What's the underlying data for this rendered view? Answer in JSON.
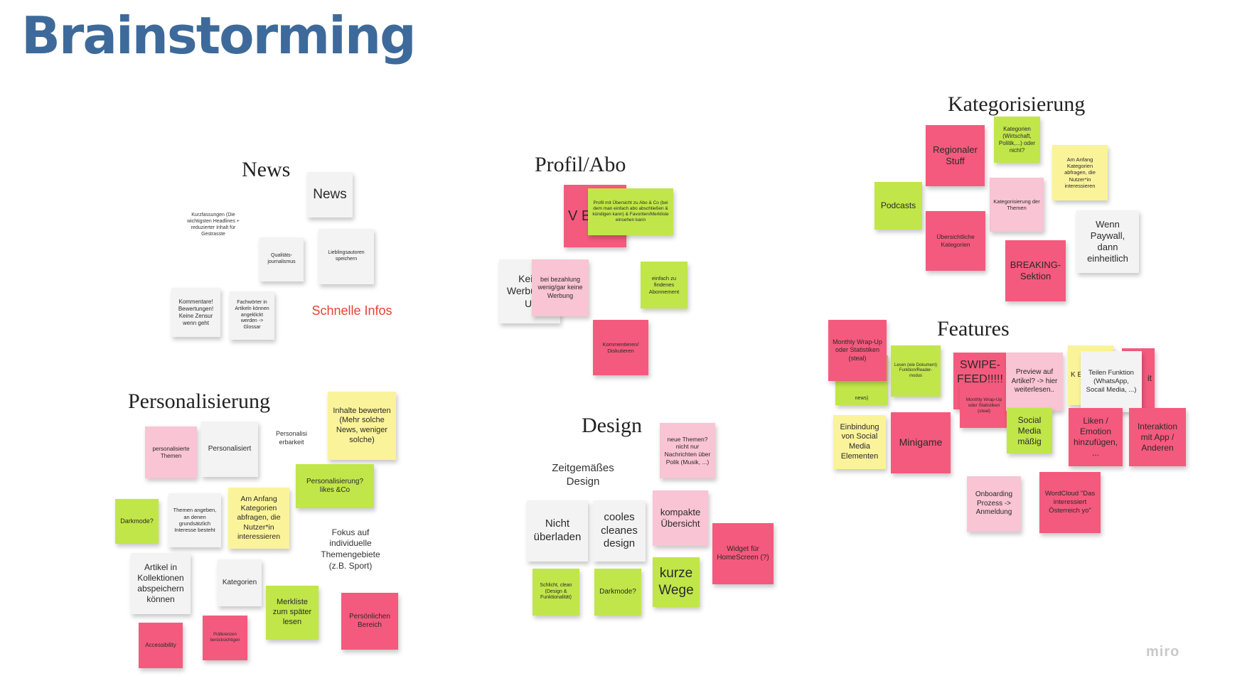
{
  "page": {
    "title": "Brainstorming"
  },
  "clusters": {
    "news": {
      "title": "News",
      "news_note": "News",
      "kurzfassungen": "Kurzfassungen (Die wichtigsten Headlines + reduzierter Inhalt für Gestrasste",
      "qualitaet": "Qualitäts-journalismus",
      "lieblingsautoren": "Lieblingsautoren speichern",
      "kommentare": "Kommentare! Bewertungen! Keine Zensur wenn geht",
      "fachwoerter": "Fachwörter in Artikeln können angeklickt werden -> Glossar",
      "schnelle_infos": "Schnelle Infos"
    },
    "profil": {
      "title": "Profil/Abo",
      "hidden_pink_fragment": "V Be",
      "profil_uebersicht": "Profil mit Übersicht zu Abo & Co (bei dem man einfach abo abschließen & kündigen kann) & Favoriten/Merkliste einsehen kann",
      "keine_werbung_fragment": "Keine Werbu und Up",
      "bei_bezahlung": "bei bezahlung wenig/gar keine Werbung",
      "einfach_zu_findenes": "einfach zu findenes Abonnement",
      "kommentieren": "Kommentieren/ Diskutieren"
    },
    "kategorisierung": {
      "title": "Kategorisierung",
      "regionaler_stuff": "Regionaler Stuff",
      "kategorien_wirtschaft": "Kategorien (Wirtschaft, Politik,...) oder nicht?",
      "am_anfang": "Am Anfang Kategorien abfragen, die Nutzer*in interessieren",
      "podcasts": "Podcasts",
      "kategorisierung_themen": "Kategorisierung der Themen",
      "uebersichtliche_kategorien": "Übersichtliche Kategorien",
      "wenn_paywall": "Wenn Paywall, dann einheitlich",
      "breaking": "BREAKING-Sektion"
    },
    "features": {
      "title": "Features",
      "monthly_wrapup": "Monthly Wrap-Up oder Statistiken (steal)",
      "news_fragment": "news)",
      "lesen_wie_dokument": "Lesen (wie Dokument) Funktion/Reader-modus",
      "swipe_feed": "SWIPE-FEED!!!!!!!",
      "monthly_wrapup_small": "Monthly Wrap-Up oder Statistiken (steal)",
      "preview_auf_artikel": "Preview auf Artikel? -> hier weiterlesen..",
      "fragment_k_e": "K E",
      "teilen_funktion": "Teilen Funktion (WhatsApp, Socail Media, ...)",
      "fragment_it": "it",
      "einbindung_social": "Einbindung von Social Media Elementen",
      "minigame": "Minigame",
      "social_media_maessig": "Social Media mäßig",
      "liken_emotion": "Liken / Emotion hinzufügen, ...",
      "interaktion_app": "Interaktion mit App / Anderen",
      "onboarding": "Onboarding Prozess -> Anmeldung",
      "wordcloud": "WordCloud \"Das interessiert Österreich yo\""
    },
    "personalisierung": {
      "title": "Personalisierung",
      "personalisierte_themen": "personalisierte Themen",
      "personalisiert": "Personalisiert",
      "personalisierbarkeit": "Personalisi erbarkeit",
      "inhalte_bewerten": "Inhalte bewerten (Mehr solche News, weniger solche)",
      "personalisierung_likes": "Personalisierung? likes &Co",
      "darkmode": "Darkmode?",
      "themen_angeben": "Themen angeben, an denen grundsätzlich Interesse besteht",
      "am_anfang": "Am Anfang Kategorien abfragen, die Nutzer*in interessieren",
      "fokus": "Fokus auf individuelle Themengebiete (z.B. Sport)",
      "artikel_kollektionen": "Artikel in Kollektionen abspeichern können",
      "kategorien": "Kategorien",
      "merkliste": "Merkliste zum später lesen",
      "persoenlicher_bereich": "Persönlichen Bereich",
      "accessibility": "Accessibility",
      "praeferenzen": "Präferenzen berücksichtigen"
    },
    "design": {
      "title": "Design",
      "zeitgemaesses": "Zeitgemäßes Design",
      "neue_themen": "neue Themen? nicht nur Nachrichten über Polik (Musik, ...)",
      "nicht_ueberladen": "Nicht überladen",
      "cooles_design": "cooles cleanes design",
      "kompakte_uebersicht": "kompakte Übersicht",
      "widget": "Widget für HomeScreen (?)",
      "schlicht_clean": "Schlicht, clean (Design & Funktionalität)",
      "darkmode": "Darkmode?",
      "kurze_wege": "kurze Wege"
    }
  },
  "branding": {
    "logo": "miro"
  },
  "colors": {
    "title_blue": "#3d6a9a",
    "sticky_pink": "#f45a7d",
    "sticky_light_pink": "#f9c4d3",
    "sticky_green": "#c1e649",
    "sticky_yellow": "#fbf39a",
    "sticky_white": "#f3f3f3",
    "accent_red_text": "#e8412f"
  }
}
